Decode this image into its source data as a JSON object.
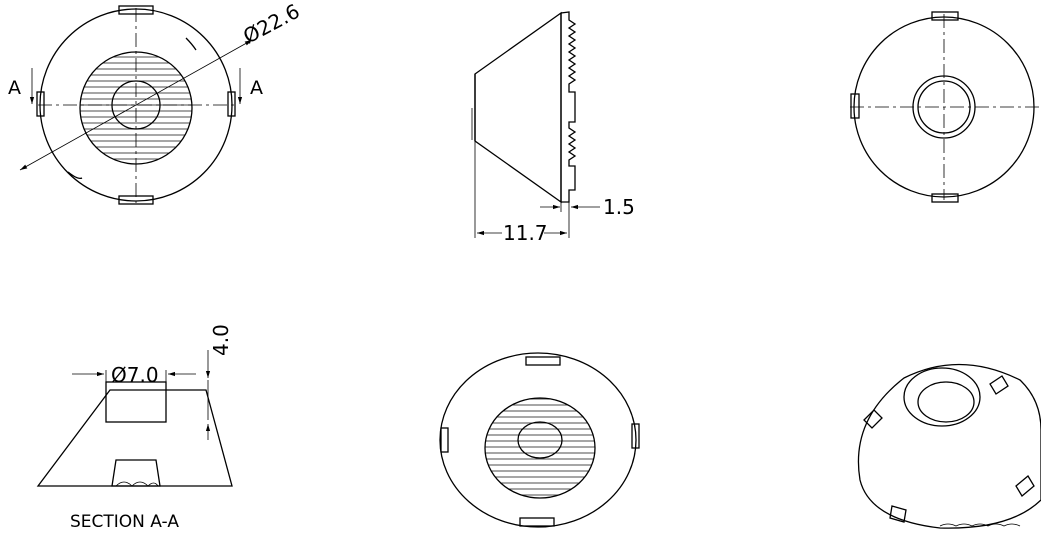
{
  "views": {
    "front": {
      "diameter_label": "Ø22.6",
      "section_letter_left": "A",
      "section_letter_right": "A"
    },
    "side": {
      "length_label": "11.7",
      "thickness_label": "1.5"
    },
    "section": {
      "diameter_label": "Ø7.0",
      "depth_label": "4.0",
      "caption": "SECTION A-A"
    }
  }
}
